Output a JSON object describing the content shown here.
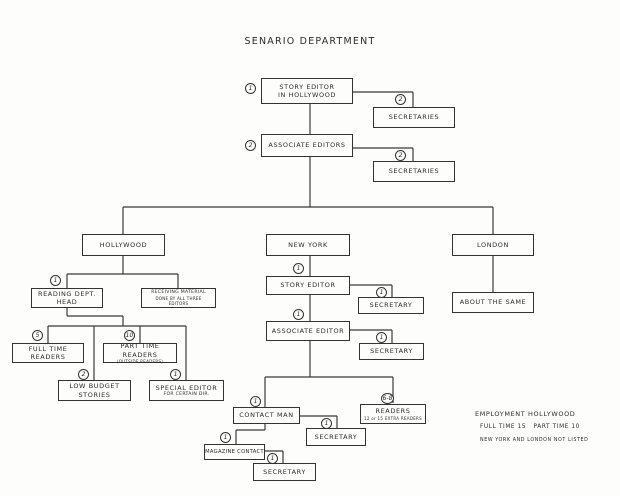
{
  "title": "SENARIO DEPARTMENT",
  "top": {
    "story_editor": {
      "label": "STORY EDITOR",
      "sub": "IN HOLLYWOOD",
      "count": "1"
    },
    "story_editor_secretaries": {
      "label": "SECRETARIES",
      "count": "2"
    },
    "associate_editors": {
      "label": "ASSOCIATE EDITORS",
      "count": "2"
    },
    "associate_editors_secretaries": {
      "label": "SECRETARIES",
      "count": "2"
    }
  },
  "hollywood": {
    "label": "HOLLYWOOD",
    "reading_head": {
      "label": "READING DEPT.",
      "sub": "HEAD",
      "count": "1"
    },
    "receiving": {
      "label": "RECEIVING MATERIAL",
      "sub": "DONE BY ALL THREE",
      "sub2": "EDITORS"
    },
    "full_time_readers": {
      "label": "FULL TIME READERS",
      "count": "5"
    },
    "part_time_readers": {
      "label": "PART TIME READERS",
      "sub": "(OUTSIDE READERS)",
      "count": "10"
    },
    "low_budget": {
      "label": "LOW BUDGET",
      "sub": "STORIES",
      "count": "2"
    },
    "special_editor": {
      "label": "SPECIAL EDITOR",
      "sub": "FOR CERTAIN DIR.",
      "count": "1"
    }
  },
  "new_york": {
    "label": "NEW YORK",
    "story_editor": {
      "label": "STORY EDITOR",
      "count": "1"
    },
    "story_editor_secretary": {
      "label": "SECRETARY",
      "count": "1"
    },
    "associate_editor": {
      "label": "ASSOCIATE EDITOR",
      "count": "1"
    },
    "associate_editor_secretary": {
      "label": "SECRETARY",
      "count": "1"
    },
    "contact_man": {
      "label": "CONTACT MAN",
      "count": "1"
    },
    "contact_secretary": {
      "label": "SECRETARY",
      "count": "1"
    },
    "readers": {
      "label": "READERS",
      "sub": "12 or 15 EXTRA READERS",
      "count": "6-8"
    },
    "magazine_contact": {
      "label": "MAGAZINE CONTACT",
      "count": "1"
    },
    "magazine_secretary": {
      "label": "SECRETARY",
      "count": "1"
    }
  },
  "london": {
    "label": "LONDON",
    "about": {
      "label": "ABOUT THE SAME"
    }
  },
  "employment": {
    "heading": "EMPLOYMENT HOLLYWOOD",
    "line1": "FULL TIME 15   PART TIME 10",
    "line2": "NEW YORK AND LONDON NOT LISTED"
  }
}
